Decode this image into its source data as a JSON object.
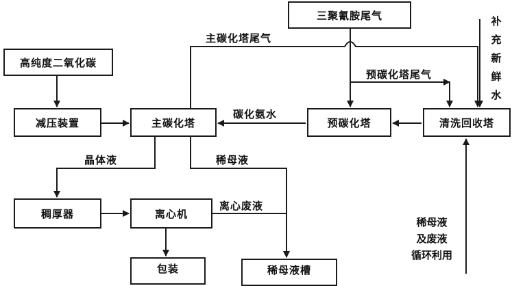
{
  "nodes": {
    "melamine_offgas": "三聚氰胺尾气",
    "high_purity_co2": "高纯度二氧化碳",
    "pressure_reducer": "减压装置",
    "main_carbonation_tower": "主碳化塔",
    "pre_carbonation_tower": "预碳化塔",
    "washing_recovery_tower": "清洗回收塔",
    "thickener": "稠厚器",
    "centrifuge": "离心机",
    "packaging": "包装",
    "dilute_mother_liquor_tank": "稀母液槽"
  },
  "labels": {
    "main_tower_offgas": "主碳化塔尾气",
    "pre_tower_offgas": "预碳化塔尾气",
    "ammonium_carbonate_water": "碳化氨水",
    "crystal_liquid": "晶体液",
    "dilute_mother_liquor": "稀母液",
    "centrifuge_waste": "离心废液",
    "makeup_fresh_water": "补充新鲜水",
    "recycle_line1": "稀母液",
    "recycle_line2": "及废液",
    "recycle_line3": "循环利用"
  }
}
